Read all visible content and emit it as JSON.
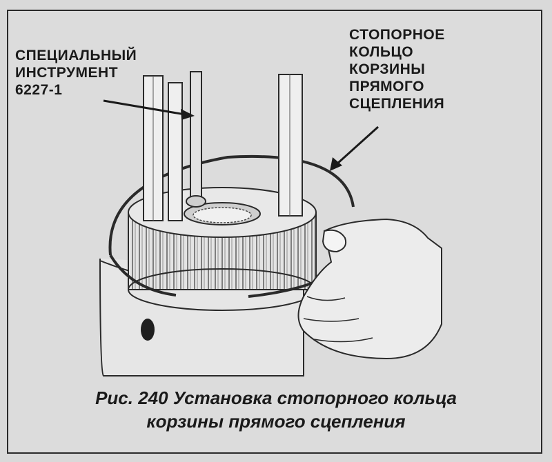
{
  "labels": {
    "tool": {
      "lines": [
        "СПЕЦИАЛЬНЫЙ",
        "ИНСТРУМЕНТ",
        "6227-1"
      ]
    },
    "ring": {
      "lines": [
        "СТОПОРНОЕ",
        "КОЛЬЦО",
        "КОРЗИНЫ",
        "ПРЯМОГО",
        "СЦЕПЛЕНИЯ"
      ]
    }
  },
  "caption": {
    "line1": "Рис. 240 Установка стопорного кольца",
    "line2": "корзины прямого сцепления"
  }
}
